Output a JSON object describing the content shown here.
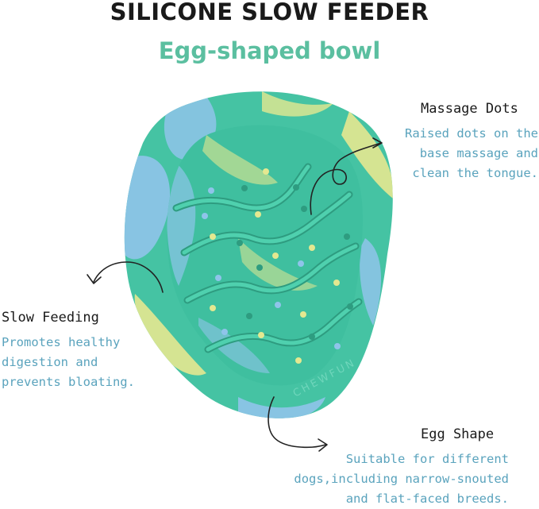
{
  "header": {
    "title": "SILICONE SLOW FEEDER",
    "subtitle": "Egg-shaped bowl"
  },
  "product": {
    "brand_mark": "CHEWFUN",
    "colors": {
      "base": "#41c2a2",
      "swirl_blue": "#8fc4ea",
      "swirl_yellow": "#e4e890",
      "ridge": "#2faf8e",
      "title_accent": "#5bbfa0",
      "desc_text": "#5aa3bd"
    }
  },
  "features": [
    {
      "id": "massage-dots",
      "title": "Massage Dots",
      "lines": [
        "Raised dots on the",
        "base massage and",
        "clean the tongue."
      ]
    },
    {
      "id": "slow-feeding",
      "title": "Slow Feeding",
      "lines": [
        "Promotes healthy",
        "digestion and",
        "prevents bloating."
      ]
    },
    {
      "id": "egg-shape",
      "title": "Egg Shape",
      "lines": [
        "Suitable for different",
        "dogs,including narrow-snouted",
        "and flat-faced breeds."
      ]
    }
  ]
}
